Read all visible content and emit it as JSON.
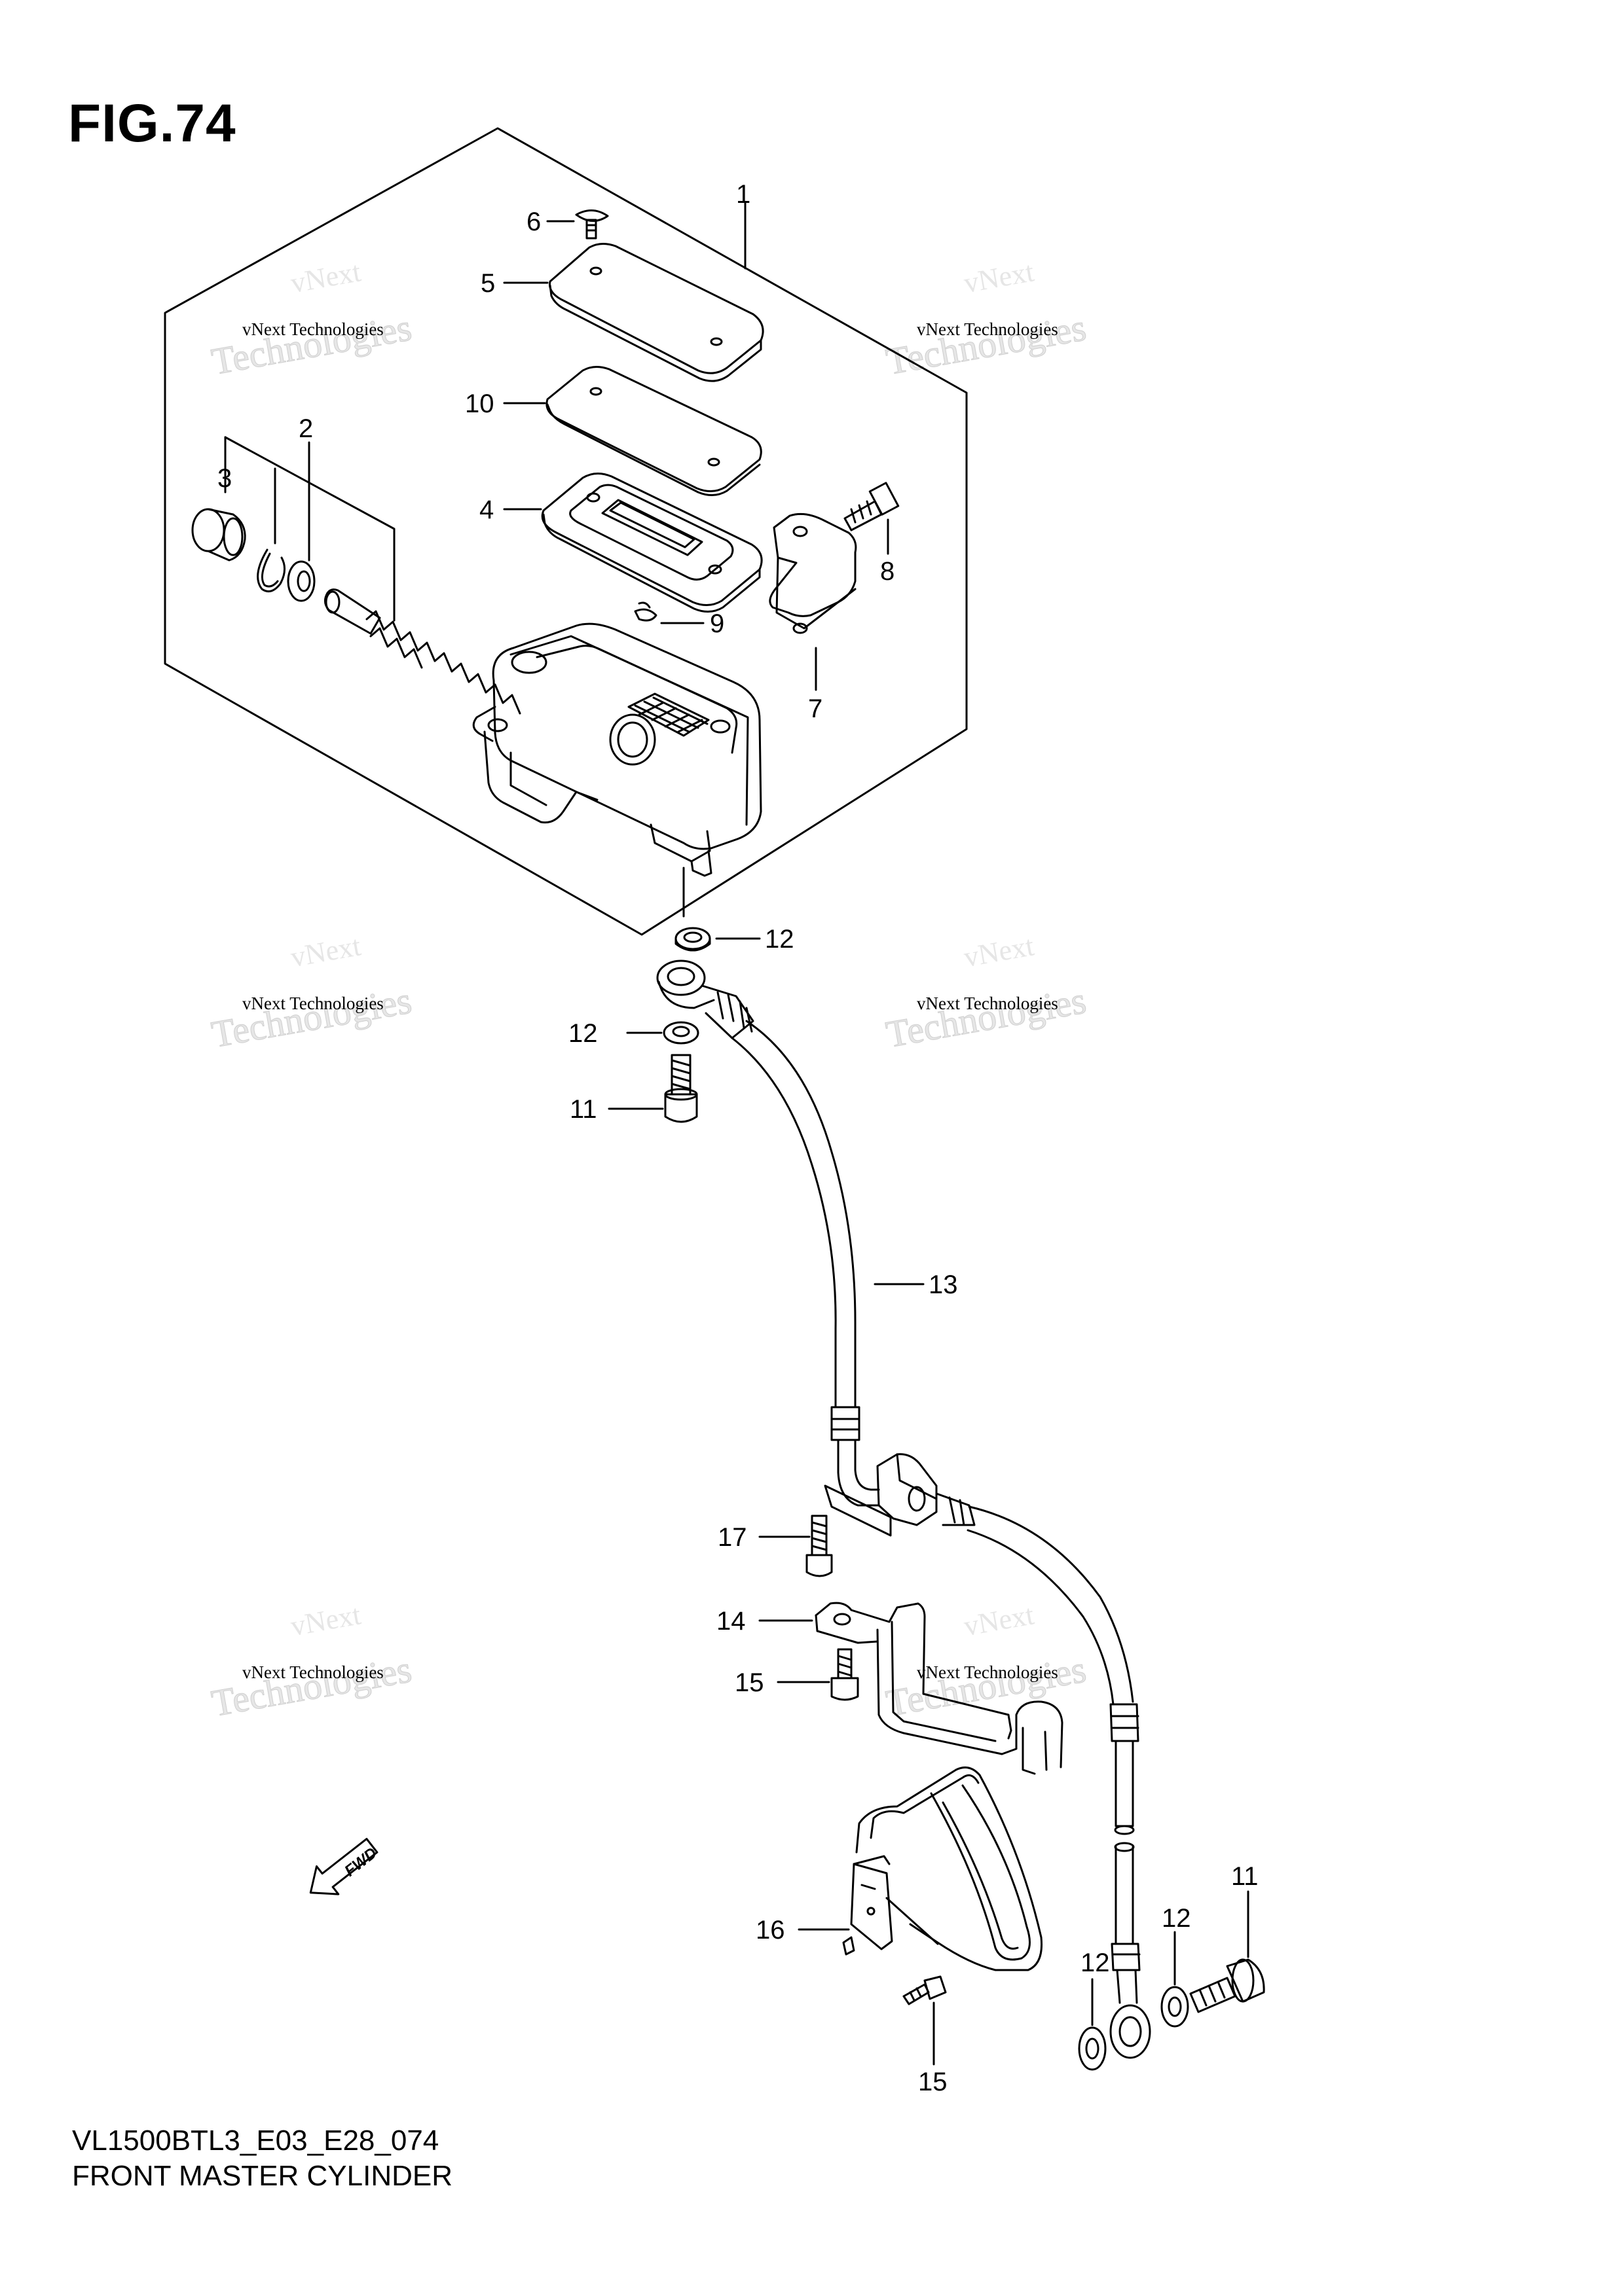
{
  "figure": {
    "title": "FIG.74",
    "caption_code": "VL1500BTL3_E03_E28_074",
    "caption_name": "FRONT MASTER CYLINDER"
  },
  "watermark": {
    "line1": "vNext Technologies",
    "logo_top": "vNext",
    "logo_bottom": "Technologies"
  },
  "callouts": {
    "c1": "1",
    "c2": "2",
    "c3": "3",
    "c4": "4",
    "c5": "5",
    "c6": "6",
    "c7": "7",
    "c8": "8",
    "c9": "9",
    "c10": "10",
    "c11a": "11",
    "c11b": "11",
    "c12a": "12",
    "c12b": "12",
    "c12c": "12",
    "c12d": "12",
    "c13": "13",
    "c14": "14",
    "c15a": "15",
    "c15b": "15",
    "c16": "16",
    "c17": "17"
  },
  "fwd_label": "FWD"
}
